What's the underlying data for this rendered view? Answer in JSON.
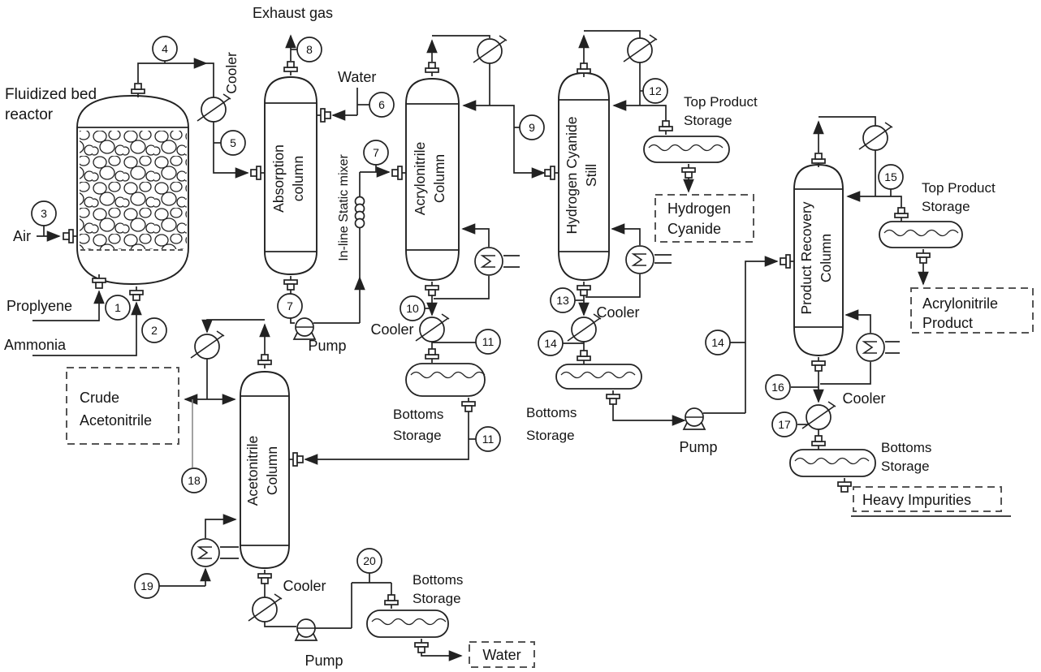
{
  "reactor": {
    "label_line1": "Fluidized bed",
    "label_line2": "reactor"
  },
  "feeds": {
    "air": "Air",
    "propylene": "Proplyene",
    "ammonia": "Ammonia"
  },
  "absorption_column": {
    "label_line1": "Absorption",
    "label_line2": "column",
    "exhaust": "Exhaust gas",
    "water_in": "Water"
  },
  "static_mixer": {
    "label": "In-line Static mixer"
  },
  "acrylonitrile_column": {
    "label_line1": "Acrylonitrile",
    "label_line2": "Column"
  },
  "hydrogen_cyanide_still": {
    "label_line1": "Hydrogen Cyanide",
    "label_line2": "Still"
  },
  "product_recovery_column": {
    "label_line1": "Product Recovery",
    "label_line2": "Column"
  },
  "acetonitrile_column": {
    "label_line1": "Acetonitrile",
    "label_line2": "Column"
  },
  "equipment_labels": {
    "cooler": "Cooler",
    "pump": "Pump"
  },
  "storage_labels": {
    "top_product_line1": "Top Product",
    "top_product_line2": "Storage",
    "bottoms_line1": "Bottoms",
    "bottoms_line2": "Storage"
  },
  "product_boxes": {
    "crude_acetonitrile_line1": "Crude",
    "crude_acetonitrile_line2": "Acetonitrile",
    "hydrogen_cyanide_line1": "Hydrogen",
    "hydrogen_cyanide_line2": "Cyanide",
    "acrylonitrile_product_line1": "Acrylonitrile",
    "acrylonitrile_product_line2": "Product",
    "heavy_impurities": "Heavy Impurities",
    "water_out": "Water"
  },
  "streams": {
    "s1": "1",
    "s2": "2",
    "s3": "3",
    "s4": "4",
    "s5": "5",
    "s6": "6",
    "s7": "7",
    "s8": "8",
    "s9": "9",
    "s10": "10",
    "s11": "11",
    "s12": "12",
    "s13": "13",
    "s14": "14",
    "s15": "15",
    "s16": "16",
    "s17": "17",
    "s18": "18",
    "s19": "19",
    "s20": "20"
  },
  "colors": {
    "line": "#222222",
    "text": "#151515",
    "dashed_box": "#555555",
    "background": "#ffffff"
  }
}
